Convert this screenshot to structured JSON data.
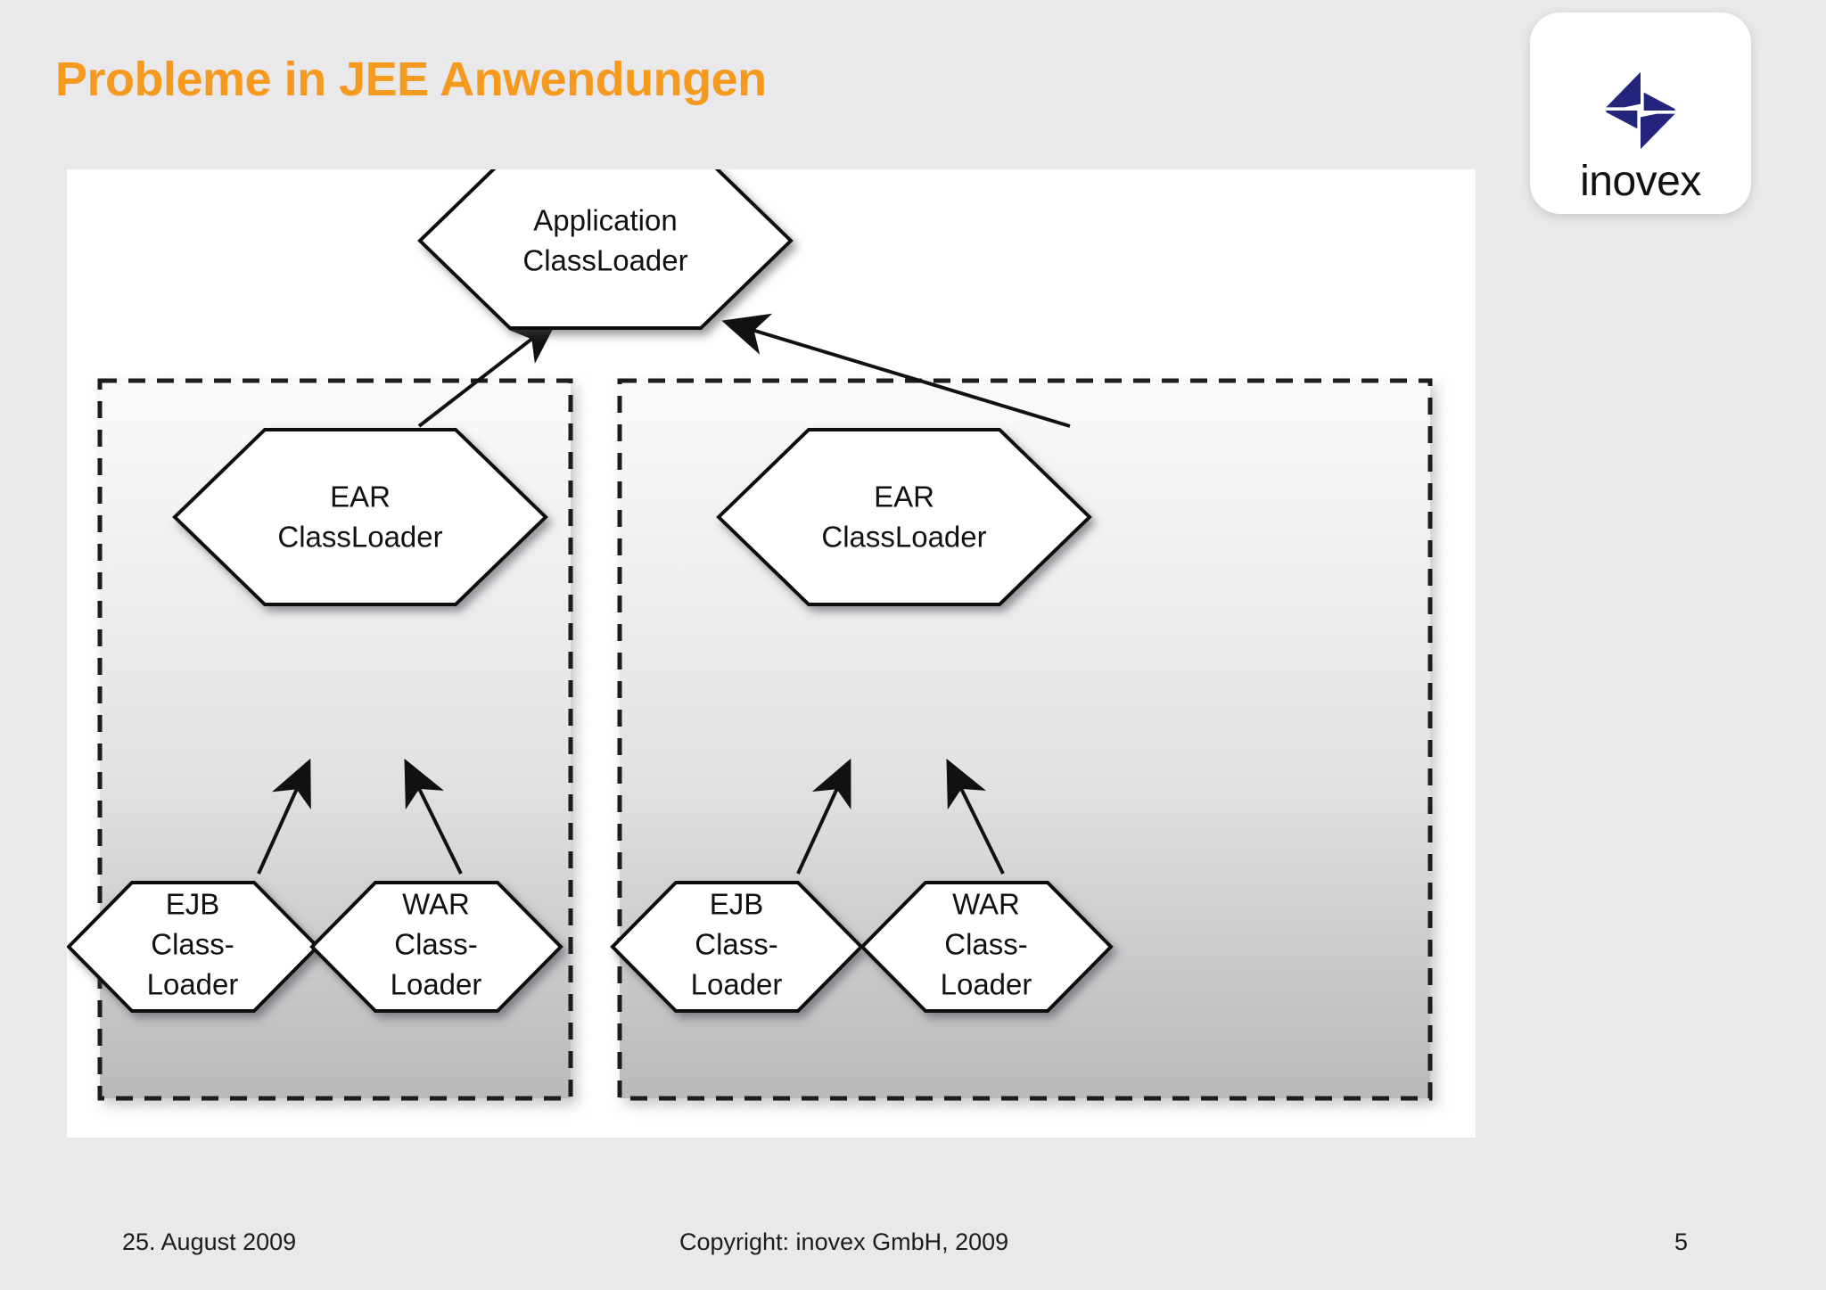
{
  "slide": {
    "title": "Probleme in JEE Anwendungen",
    "title_color": "#f59a1e",
    "background_color": "#e9e8ea",
    "panel_color": "#ffffff"
  },
  "logo": {
    "wordmark": "inovex",
    "mark_color": "#23257c",
    "mark_name": "inovex-pinwheel-diamond"
  },
  "diagram": {
    "type": "classloader-hierarchy",
    "root": {
      "id": "application-classloader",
      "line1": "Application",
      "line2": "ClassLoader"
    },
    "groups": [
      {
        "id": "group-left",
        "parent": {
          "id": "ear-classloader-left",
          "line1": "EAR",
          "line2": "ClassLoader"
        },
        "children": [
          {
            "id": "ejb-classloader-left",
            "line1": "EJB",
            "line2": "Class-",
            "line3": "Loader"
          },
          {
            "id": "war-classloader-left",
            "line1": "WAR",
            "line2": "Class-",
            "line3": "Loader"
          }
        ]
      },
      {
        "id": "group-right",
        "parent": {
          "id": "ear-classloader-right",
          "line1": "EAR",
          "line2": "ClassLoader"
        },
        "children": [
          {
            "id": "ejb-classloader-right",
            "line1": "EJB",
            "line2": "Class-",
            "line3": "Loader"
          },
          {
            "id": "war-classloader-right",
            "line1": "WAR",
            "line2": "Class-",
            "line3": "Loader"
          }
        ]
      }
    ]
  },
  "footer": {
    "date": "25. August 2009",
    "copyright": "Copyright: inovex GmbH, 2009",
    "page_number": "5"
  }
}
